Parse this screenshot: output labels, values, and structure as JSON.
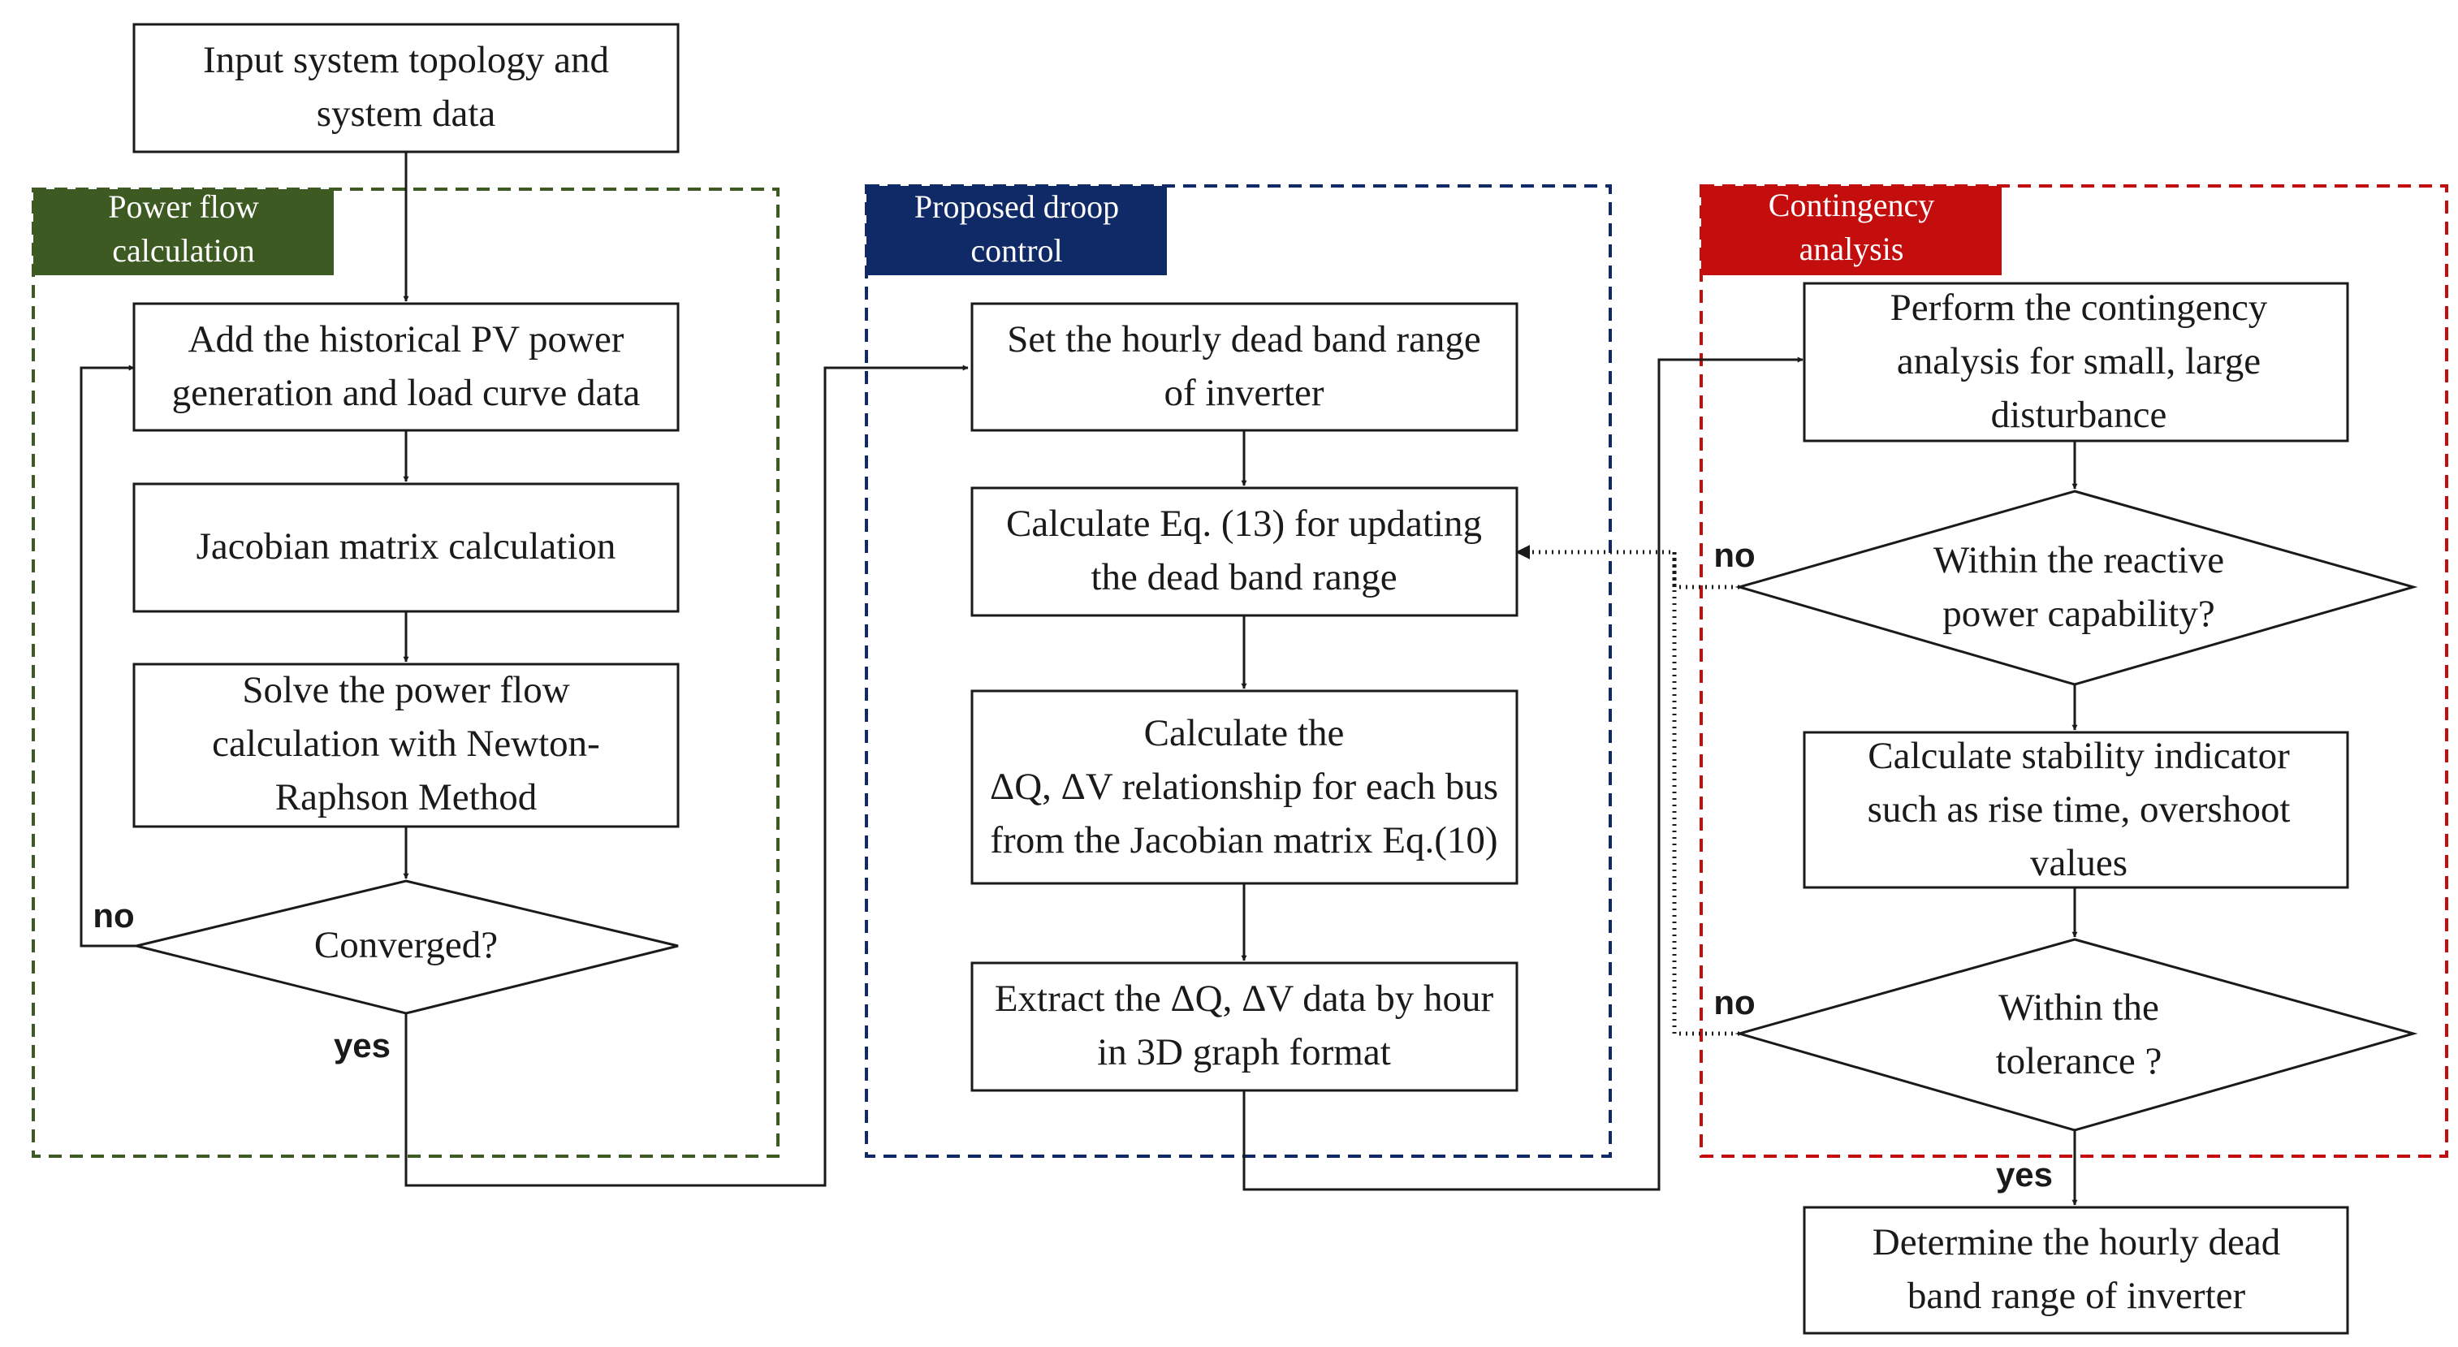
{
  "colors": {
    "power_flow": "#3d5a22",
    "droop": "#0f2a66",
    "contingency": "#c40d0d",
    "ink": "#1a1a1a"
  },
  "groups": {
    "power_flow": {
      "title_lines": [
        "Power flow",
        "calculation"
      ]
    },
    "droop": {
      "title_lines": [
        "Proposed droop",
        "control"
      ]
    },
    "contingency": {
      "title_lines": [
        "Contingency",
        "analysis"
      ]
    }
  },
  "nodes": {
    "input": {
      "lines": [
        "Input system topology and",
        "system data"
      ]
    },
    "historical": {
      "lines": [
        "Add the historical PV power",
        "generation and load curve data"
      ]
    },
    "jacobian": {
      "lines": [
        "Jacobian matrix calculation"
      ]
    },
    "solve": {
      "lines": [
        "Solve the power flow",
        "calculation with Newton-",
        "Raphson Method"
      ]
    },
    "converged": {
      "lines": [
        "Converged?"
      ]
    },
    "set_deadband": {
      "lines": [
        "Set the hourly dead band range",
        "of inverter"
      ]
    },
    "calc_eq13": {
      "lines": [
        "Calculate Eq. (13) for updating",
        "the dead band range"
      ]
    },
    "calc_dqdv": {
      "lines": [
        "Calculate the",
        "ΔQ, ΔV relationship for each bus",
        "from the Jacobian matrix Eq.(10)"
      ]
    },
    "extract": {
      "lines": [
        "Extract the ΔQ, ΔV data by hour",
        "in 3D graph format"
      ]
    },
    "contingency_run": {
      "lines": [
        "Perform the contingency",
        "analysis for small, large",
        "disturbance"
      ]
    },
    "reactive_check": {
      "lines": [
        "Within the reactive",
        "power capability?"
      ]
    },
    "stability": {
      "lines": [
        "Calculate stability indicator",
        "such as rise time, overshoot",
        "values"
      ]
    },
    "tolerance_check": {
      "lines": [
        "Within the",
        "tolerance ?"
      ]
    },
    "determine": {
      "lines": [
        "Determine the hourly dead",
        "band range of inverter"
      ]
    }
  },
  "edge_labels": {
    "converged_no": "no",
    "converged_yes": "yes",
    "reactive_no": "no",
    "tolerance_no": "no",
    "tolerance_yes": "yes"
  }
}
